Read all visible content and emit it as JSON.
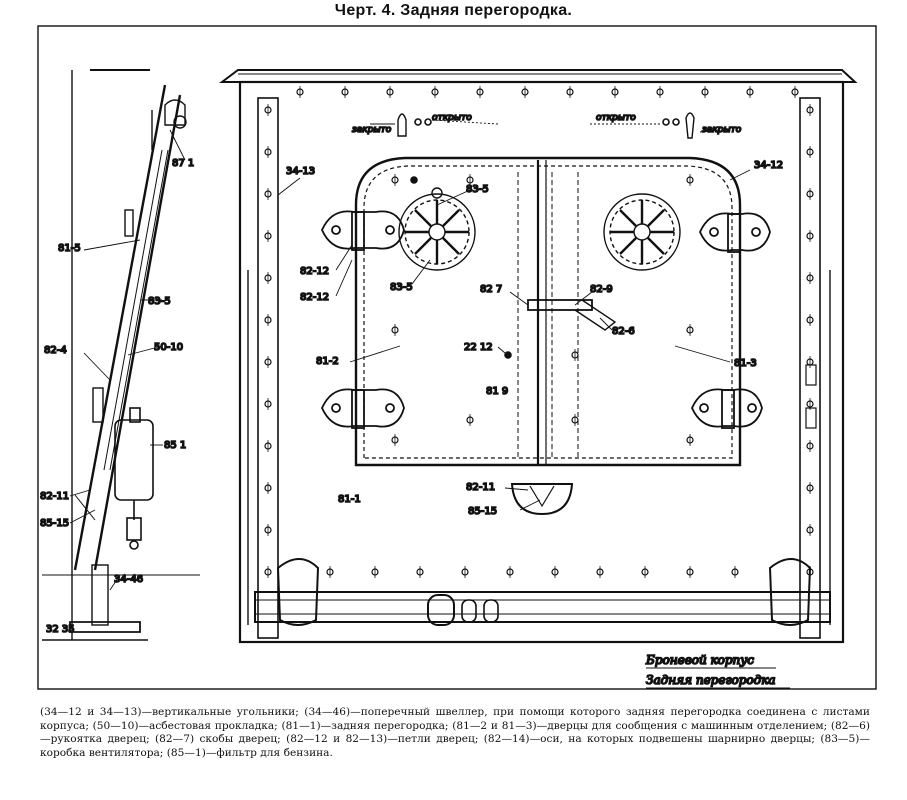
{
  "title": "Черт. 4. Задняя перегородка.",
  "labels": {
    "p87_1": "87 1",
    "p81_5": "81-5",
    "p83_5_left": "83-5",
    "p50_10": "50-10",
    "p82_4": "82-4",
    "p85_1": "85 1",
    "p82_11_left": "82-11",
    "p85_15_left": "85-15",
    "p34_46": "34-46",
    "p32_35": "32 35",
    "p34_13": "34-13",
    "p34_12": "34-12",
    "p82_12_a": "82-12",
    "p82_12_b": "82-12",
    "p83_5_fan": "83-5",
    "p83_5_low": "83-5",
    "p82_7": "82 7",
    "p82_9": "82-9",
    "p82_6": "82-6",
    "p22_12": "22 12",
    "p81_2": "81-2",
    "p81_3": "81-3",
    "p81_9": "81 9",
    "p81_1": "81-1",
    "p82_11": "82-11",
    "p85_15": "85-15",
    "open_left": "открыто",
    "closed_left": "закрыто",
    "open_right": "открыто",
    "closed_right": "закрыто"
  },
  "handwritten": {
    "line1": "Броневой корпус",
    "line2": "Задняя перегородка"
  },
  "caption": "(34—12 и 34—13)—вертикальные угольники; (34—46)—поперечный швеллер, при помощи которого задняя перегородка соединена с листами корпуса; (50—10)—асбестовая прокладка; (81—1)—задняя перегородка; (81—2 и 81—3)—дверцы для сообщения с машинным отделением; (82—6)—рукоятка дверец; (82—7) скобы дверец; (82—12 и 82—13)—петли дверец; (82—14)—оси, на которых подвешены шарнирно дверцы; (83—5)—коробка вентилятора; (85—1)—фильтр для бензина."
}
